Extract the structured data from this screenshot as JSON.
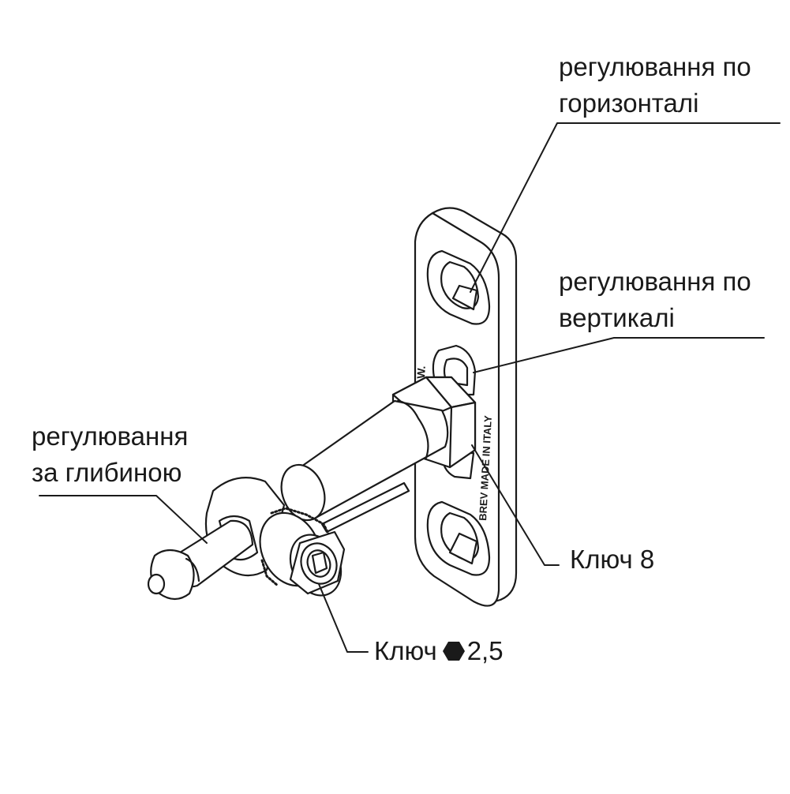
{
  "labels": {
    "horizontal": {
      "line1": "регулювання по",
      "line2": "горизонталі"
    },
    "vertical": {
      "line1": "регулювання по",
      "line2": "вертикалі"
    },
    "depth": {
      "line1": "регулювання",
      "line2": "за глибиною"
    },
    "key8": {
      "text": "Ключ 8"
    },
    "key25": {
      "prefix": "Ключ",
      "value": "2,5",
      "icon": "hexagon-icon"
    }
  },
  "plate_marking": "BREV MADE IN ITALY",
  "colors": {
    "line": "#1a1a1a",
    "background": "#ffffff"
  }
}
